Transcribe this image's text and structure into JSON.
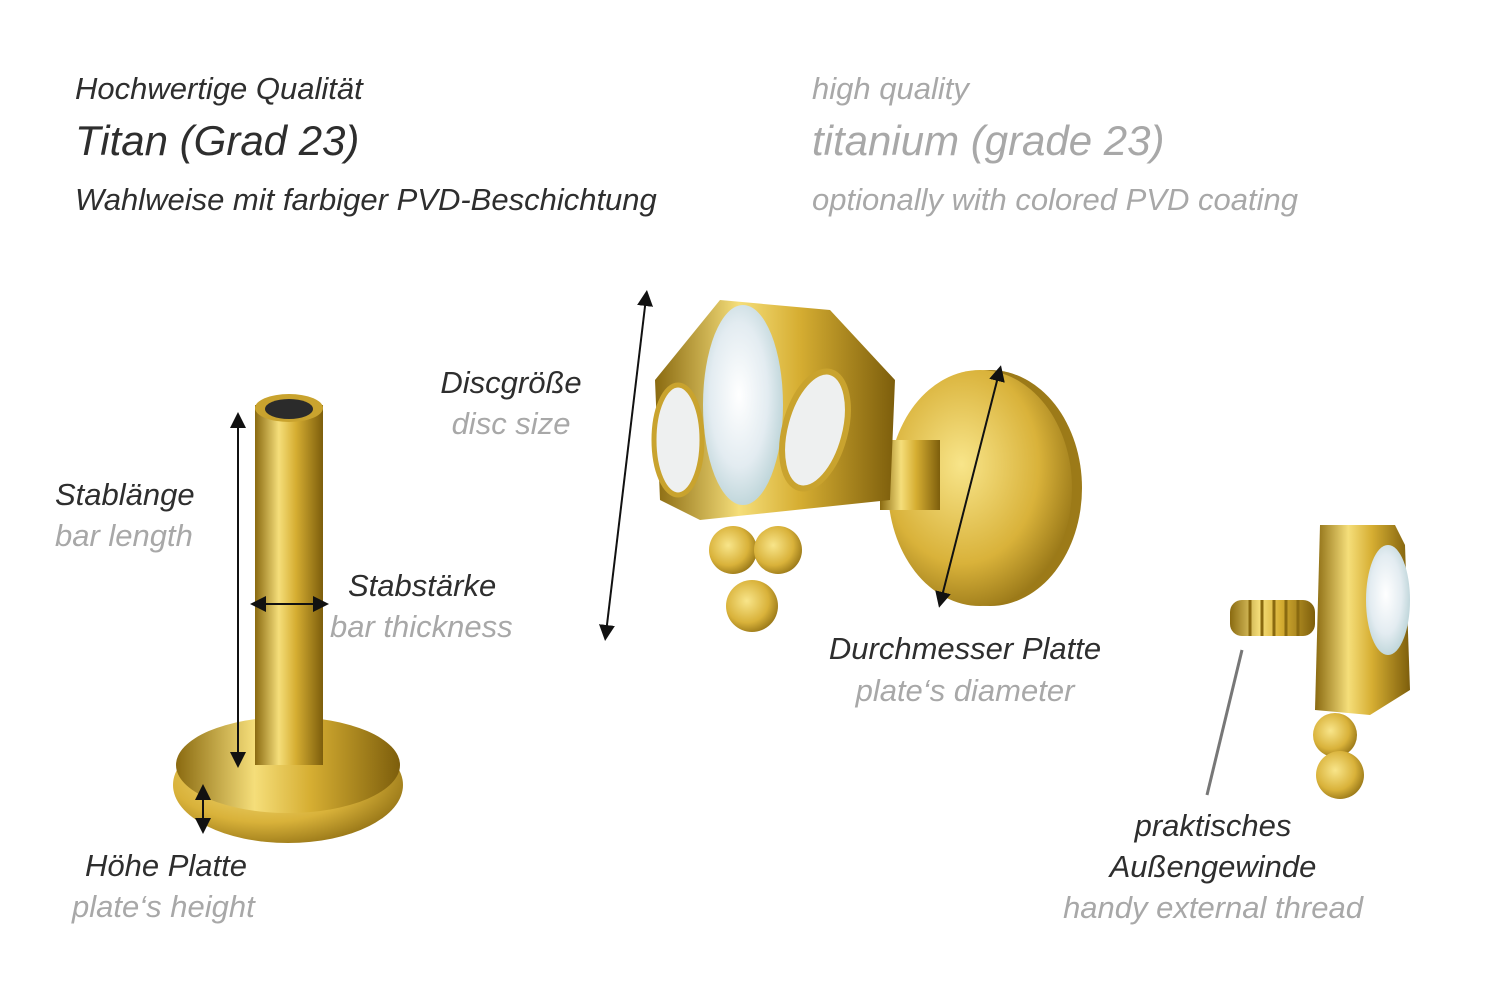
{
  "header": {
    "de": {
      "line1": "Hochwertige Qualität",
      "line2": "Titan (Grad 23)",
      "line3": "Wahlweise mit farbiger PVD-Beschichtung"
    },
    "en": {
      "line1": "high quality",
      "line2": "titanium (grade 23)",
      "line3": "optionally with colored PVD coating"
    }
  },
  "labels": {
    "bar_length": {
      "de": "Stablänge",
      "en": "bar length"
    },
    "bar_thickness": {
      "de": "Stabstärke",
      "en": "bar thickness"
    },
    "plate_height": {
      "de": "Höhe Platte",
      "en": "plate‘s height"
    },
    "disc_size": {
      "de": "Discgröße",
      "en": "disc size"
    },
    "plate_diameter": {
      "de": "Durchmesser Platte",
      "en": "plate‘s diameter"
    },
    "external_thread": {
      "de_line1": "praktisches",
      "de_line2": "Außengewinde",
      "en": "handy external thread"
    }
  },
  "colors": {
    "text_dark": "#2e2e2e",
    "text_gray": "#a8a8a8",
    "gold": "#d9b23a",
    "opal": "#e8eef2"
  }
}
